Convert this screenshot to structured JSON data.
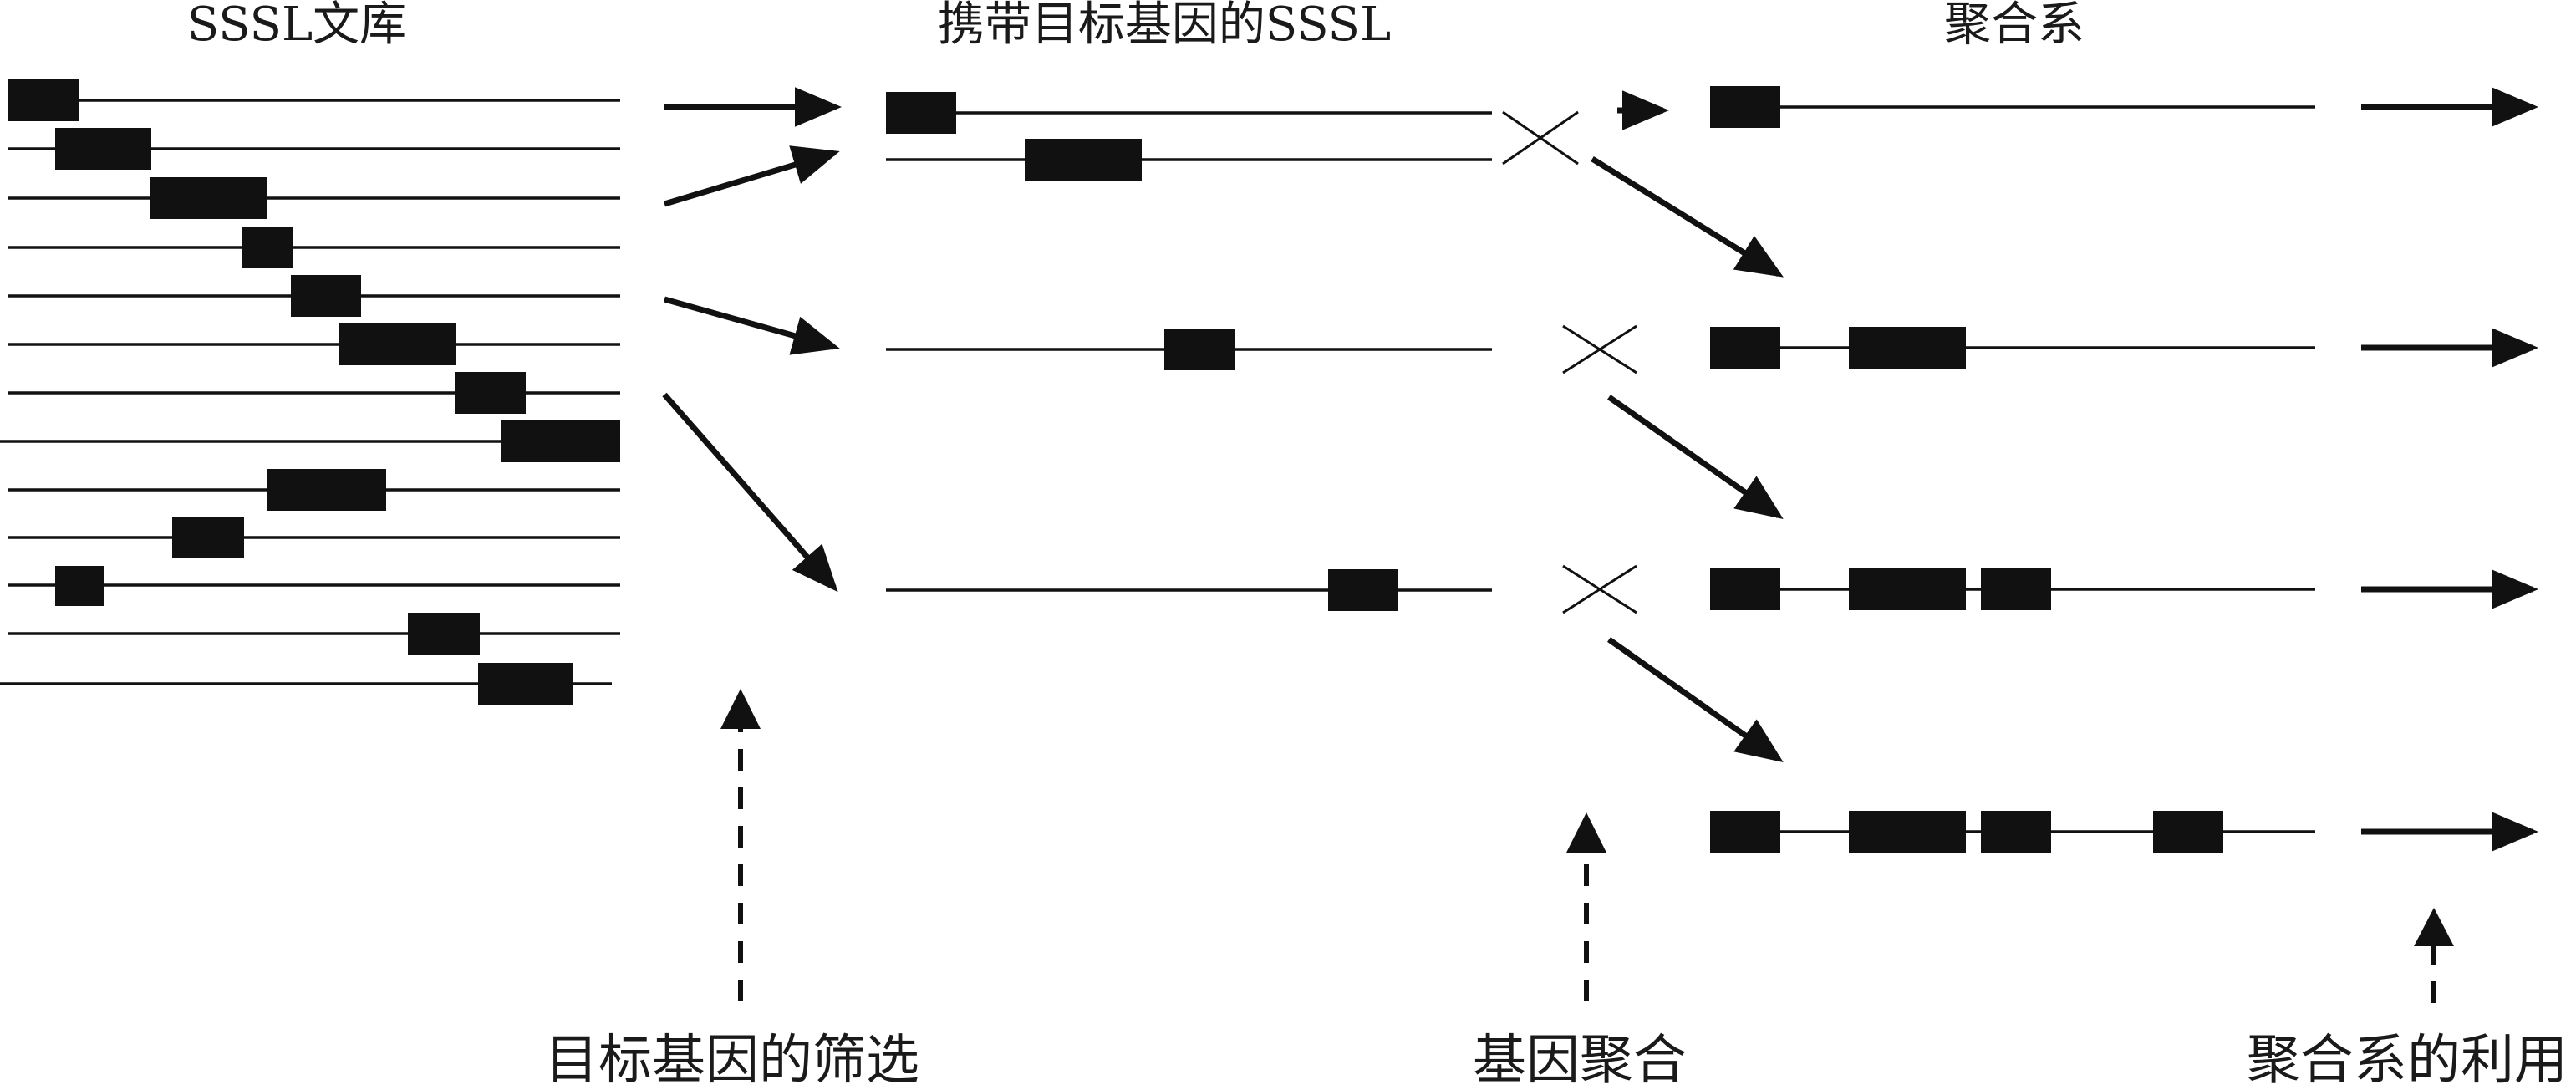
{
  "headers": {
    "library": "SSSL文库",
    "carrying": "携带目标基因的SSSL",
    "pyramided": "聚合系"
  },
  "steps": {
    "screening": "目标基因的筛选",
    "pyramiding": "基因聚合",
    "utilization": "聚合系的利用"
  },
  "colors": {
    "ink": "#111111",
    "background": "#ffffff"
  }
}
